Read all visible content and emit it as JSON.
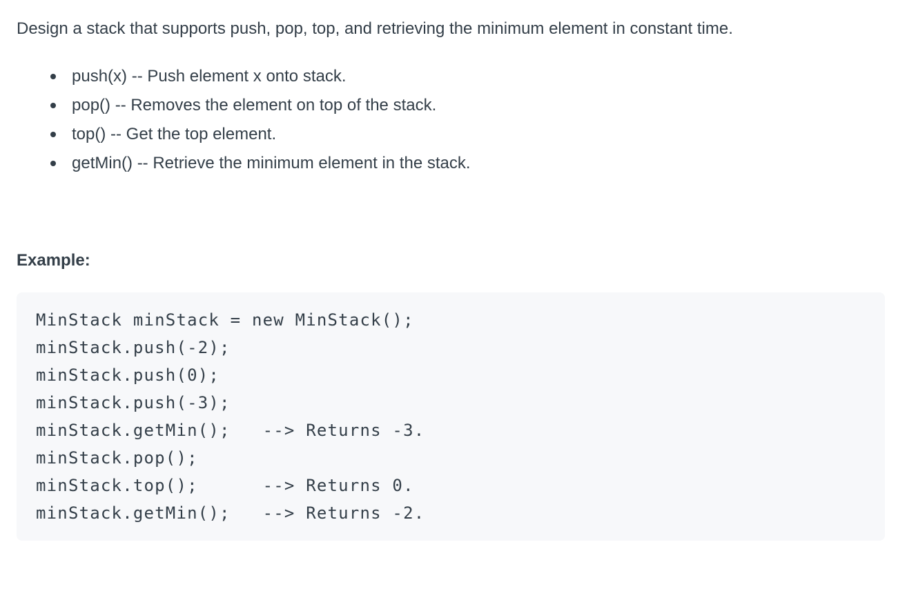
{
  "problem": {
    "statement": "Design a stack that supports push, pop, top, and retrieving the minimum element in constant time.",
    "operations": [
      "push(x) -- Push element x onto stack.",
      "pop() -- Removes the element on top of the stack.",
      "top() -- Get the top element.",
      "getMin() -- Retrieve the minimum element in the stack."
    ],
    "example": {
      "heading": "Example:",
      "code": "MinStack minStack = new MinStack();\nminStack.push(-2);\nminStack.push(0);\nminStack.push(-3);\nminStack.getMin();   --> Returns -3.\nminStack.pop();\nminStack.top();      --> Returns 0.\nminStack.getMin();   --> Returns -2."
    }
  },
  "colors": {
    "text": "#333e48",
    "code_background": "#f7f8fa",
    "page_background": "#ffffff"
  }
}
